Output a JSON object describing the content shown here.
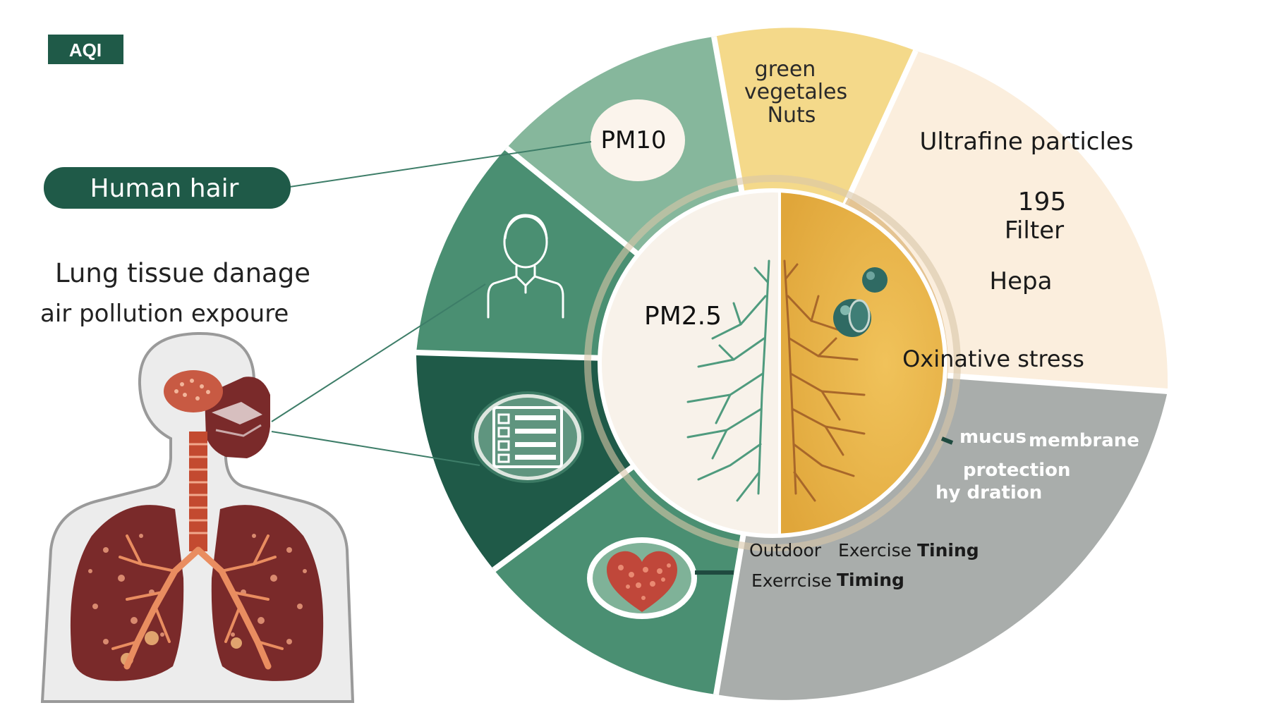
{
  "badge": {
    "label": "AQI"
  },
  "left": {
    "pill_label": "Human hair",
    "heading_line1": "Lung tissue danage",
    "heading_line2": "air pollution expoure"
  },
  "wheel": {
    "center_label": "PM2.5",
    "pm10_label": "PM10",
    "food": {
      "line1": "green",
      "line2": "vegetales",
      "line3": "Nuts"
    },
    "filter": {
      "title": "Ultrafine particles",
      "number": "195",
      "filter_label": "Filter",
      "hepa_label": "Hepa",
      "oxidative_label": "Oxinative stress"
    },
    "grey": {
      "mucus_1": "mucus",
      "mucus_2": "membrane",
      "protection": "protection",
      "hydration": "hy dration",
      "row1_a": "Outdoor",
      "row1_b": "Exercise",
      "row1_c": "Tining",
      "row2_a": "Exerrcise",
      "row2_b": "Timing"
    }
  },
  "colors": {
    "dark_green": "#1f5a48",
    "mid_green": "#4a8f72",
    "light_green": "#86b79c",
    "yellow": "#f4d98a",
    "cream": "#fbeedd",
    "grey": "#a9adab",
    "lung_red": "#7a2a2a",
    "orange": "#e8b444"
  }
}
